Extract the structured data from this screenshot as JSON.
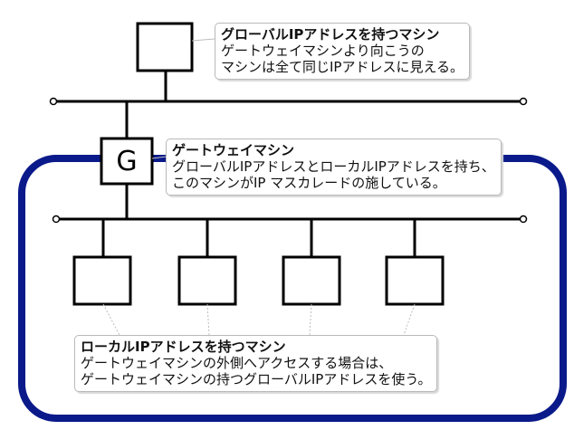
{
  "colors": {
    "lan_border": "#0a1a8a",
    "line": "#000000",
    "leader": "#bdbdbd"
  },
  "gateway": {
    "label": "G"
  },
  "callouts": {
    "global": {
      "title": "グローバルIPアドレスを持つマシン",
      "lines": [
        "ゲートウェイマシンより向こうの",
        "マシンは全て同じIPアドレスに見える。"
      ]
    },
    "gateway": {
      "title": "ゲートウェイマシン",
      "lines": [
        "グローバルIPアドレスとローカルIPアドレスを持ち、",
        "このマシンがIP マスカレードの施している。"
      ]
    },
    "local": {
      "title": "ローカルIPアドレスを持つマシン",
      "lines": [
        "ゲートウェイマシンの外側へアクセスする場合は、",
        "ゲートウェイマシンの持つグローバルIPアドレスを使う。"
      ]
    }
  }
}
